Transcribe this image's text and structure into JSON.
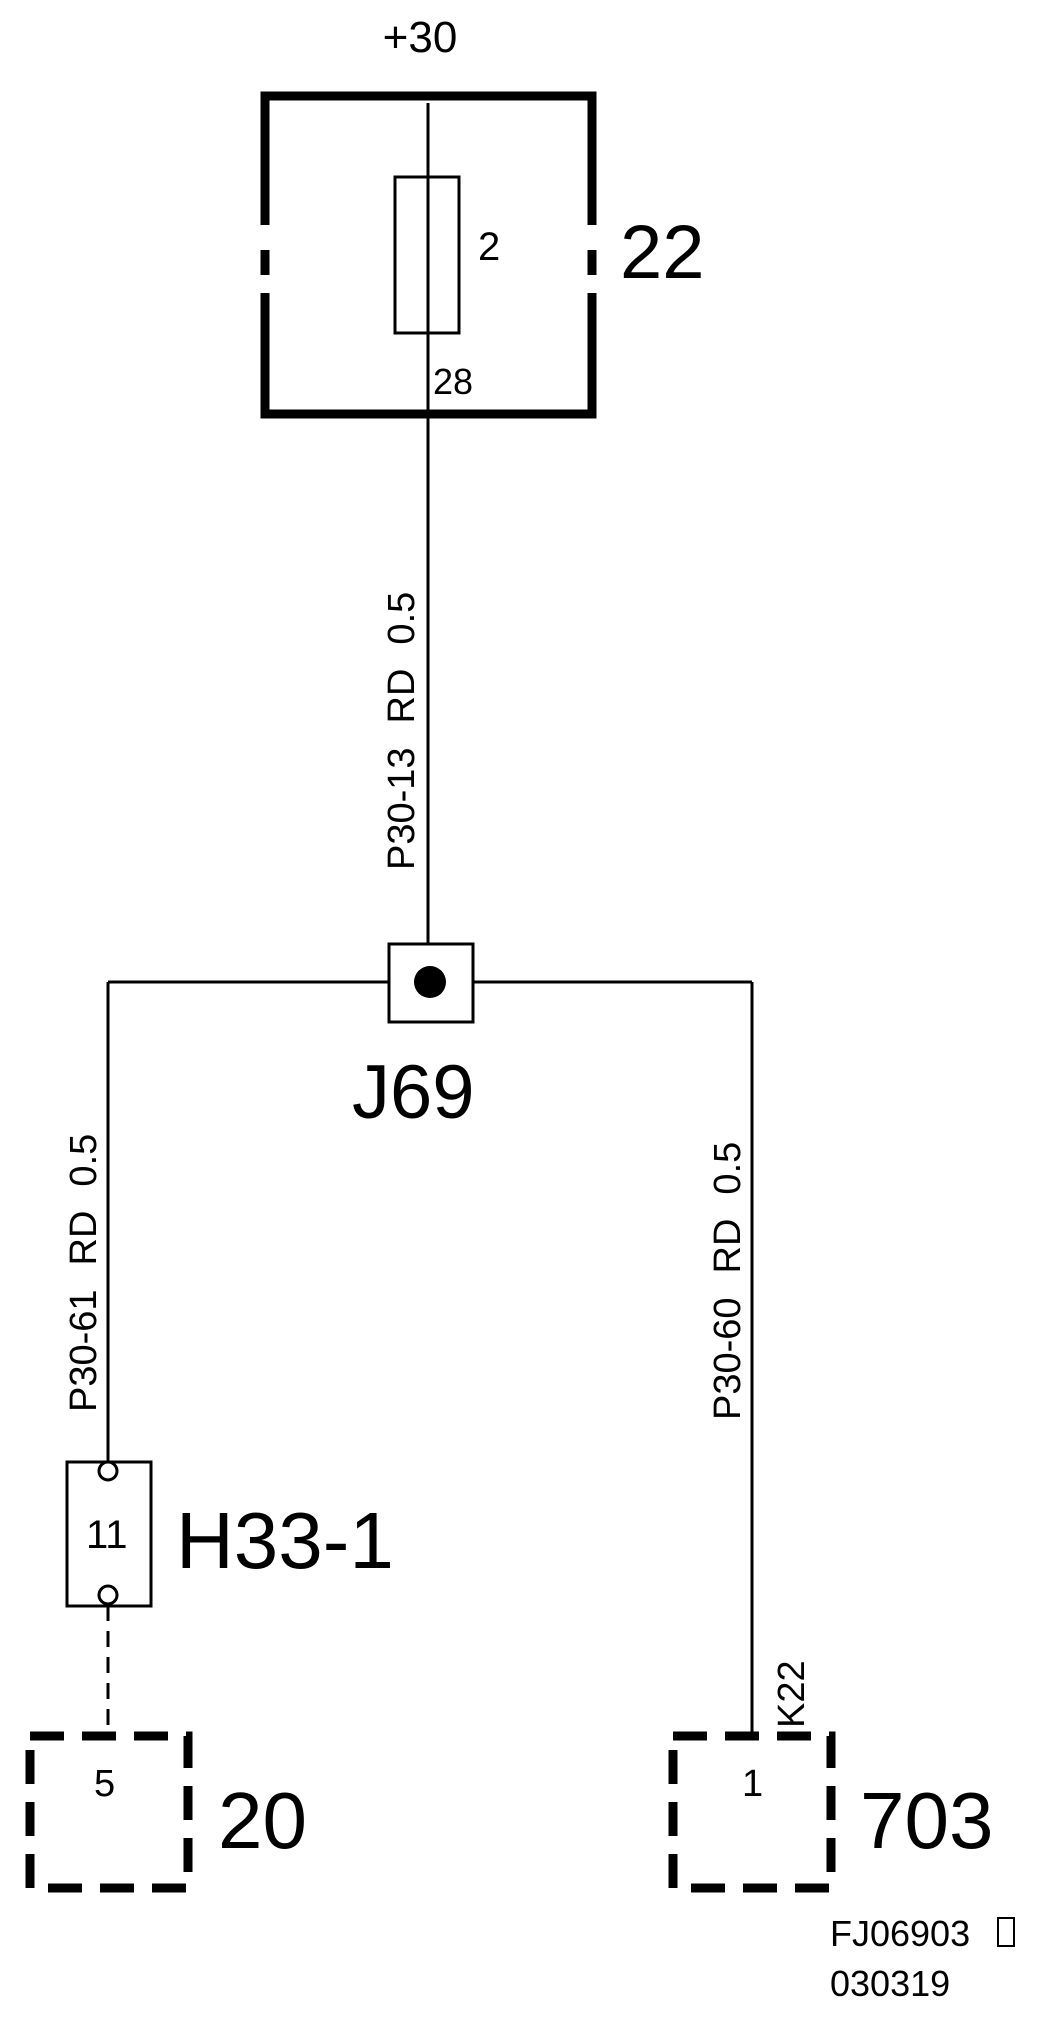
{
  "supply": {
    "label": "+30"
  },
  "fuse_box": {
    "number": "22",
    "fuse_number": "2",
    "pin": "28"
  },
  "wire_main": {
    "code": "P30-13",
    "color": "RD",
    "gauge": "0.5"
  },
  "splice": {
    "label": "J69"
  },
  "wire_left": {
    "code": "P30-61",
    "color": "RD",
    "gauge": "0.5"
  },
  "wire_right": {
    "code": "P30-60",
    "color": "RD",
    "gauge": "0.5"
  },
  "connector_h33": {
    "label": "H33-1",
    "pin": "11"
  },
  "component_left": {
    "number": "20",
    "pin": "5"
  },
  "component_right": {
    "number": "703",
    "pin": "1",
    "terminal": "K22"
  },
  "footer": {
    "code": "FJ06903",
    "date": "030319"
  }
}
